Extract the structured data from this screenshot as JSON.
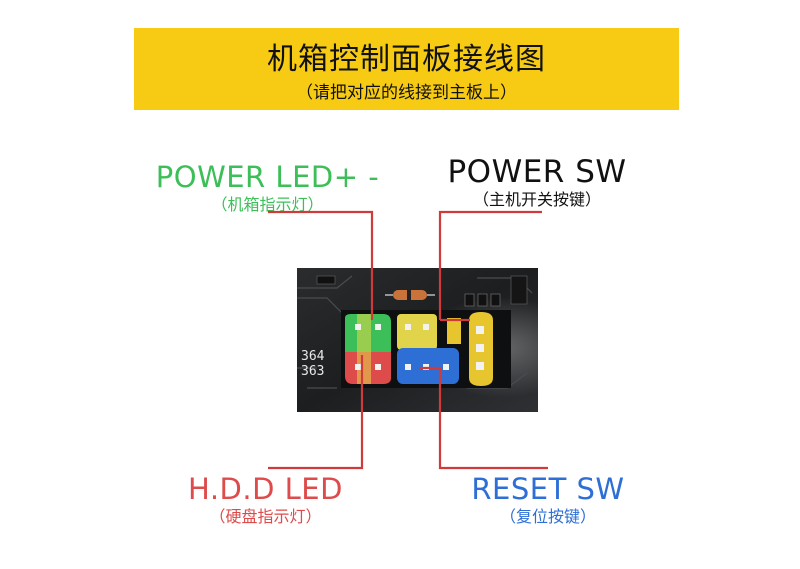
{
  "header": {
    "title": "机箱控制面板接线图",
    "subtitle": "（请把对应的线接到主板上）",
    "background": "#f7cb14"
  },
  "labels": {
    "power_led": {
      "main": "POWER LED+ -",
      "sub": "（机箱指示灯）",
      "color": "#3cbf58"
    },
    "power_sw": {
      "main": "POWER SW",
      "sub": "（主机开关按键）",
      "color": "#111111"
    },
    "hdd_led": {
      "main": "H.D.D LED",
      "sub": "（硬盘指示灯）",
      "color": "#de4b4b"
    },
    "reset_sw": {
      "main": "RESET SW",
      "sub": "（复位按键）",
      "color": "#2e6fd6"
    }
  },
  "board": {
    "silkscreen": [
      "364",
      "363"
    ],
    "pin_colors": {
      "power_led": "#3cbf58",
      "hdd_led": "#de4b4b",
      "power_sw": "#e2d44a",
      "reset_sw": "#2e6fd6",
      "spare": "#e6c52f"
    }
  },
  "connector_line_color": "#d03a3a"
}
